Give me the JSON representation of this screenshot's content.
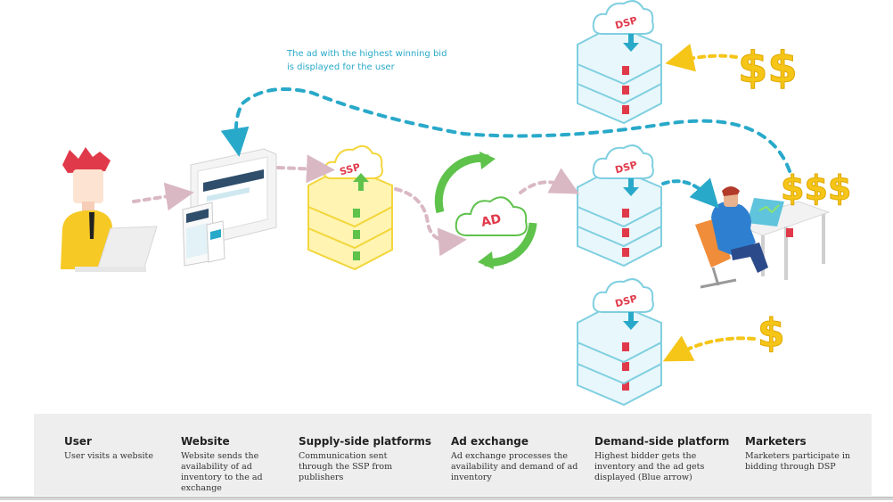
{
  "caption": {
    "line1": "The ad with the highest winning bid",
    "line2": "is displayed for the user"
  },
  "labels": {
    "ssp": "SSP",
    "ad": "AD",
    "dsp": "DSP",
    "dollar_one": "$",
    "dollar_two": "$$",
    "dollar_three": "$$$"
  },
  "legend": [
    {
      "title": "User",
      "desc": "User visits a website"
    },
    {
      "title": "Website",
      "desc": "Website sends the availability of ad inventory to the ad exchange"
    },
    {
      "title": "Supply-side platforms",
      "desc": "Communication sent through the SSP from publishers"
    },
    {
      "title": "Ad exchange",
      "desc": "Ad exchange processes the availability and demand of ad inventory"
    },
    {
      "title": "Demand-side platform",
      "desc": "Highest bidder gets the inventory and the ad gets displayed (Blue arrow)"
    },
    {
      "title": "Marketers",
      "desc": "Marketers participate in bidding through DSP"
    }
  ],
  "colors": {
    "teal": "#29a9c9",
    "pink_dash": "#d9b8c4",
    "dollar": "#f5c518",
    "ssp": "#f3d63a",
    "ad_green": "#5ec24b",
    "dsp_blue": "#7fcfe0"
  }
}
